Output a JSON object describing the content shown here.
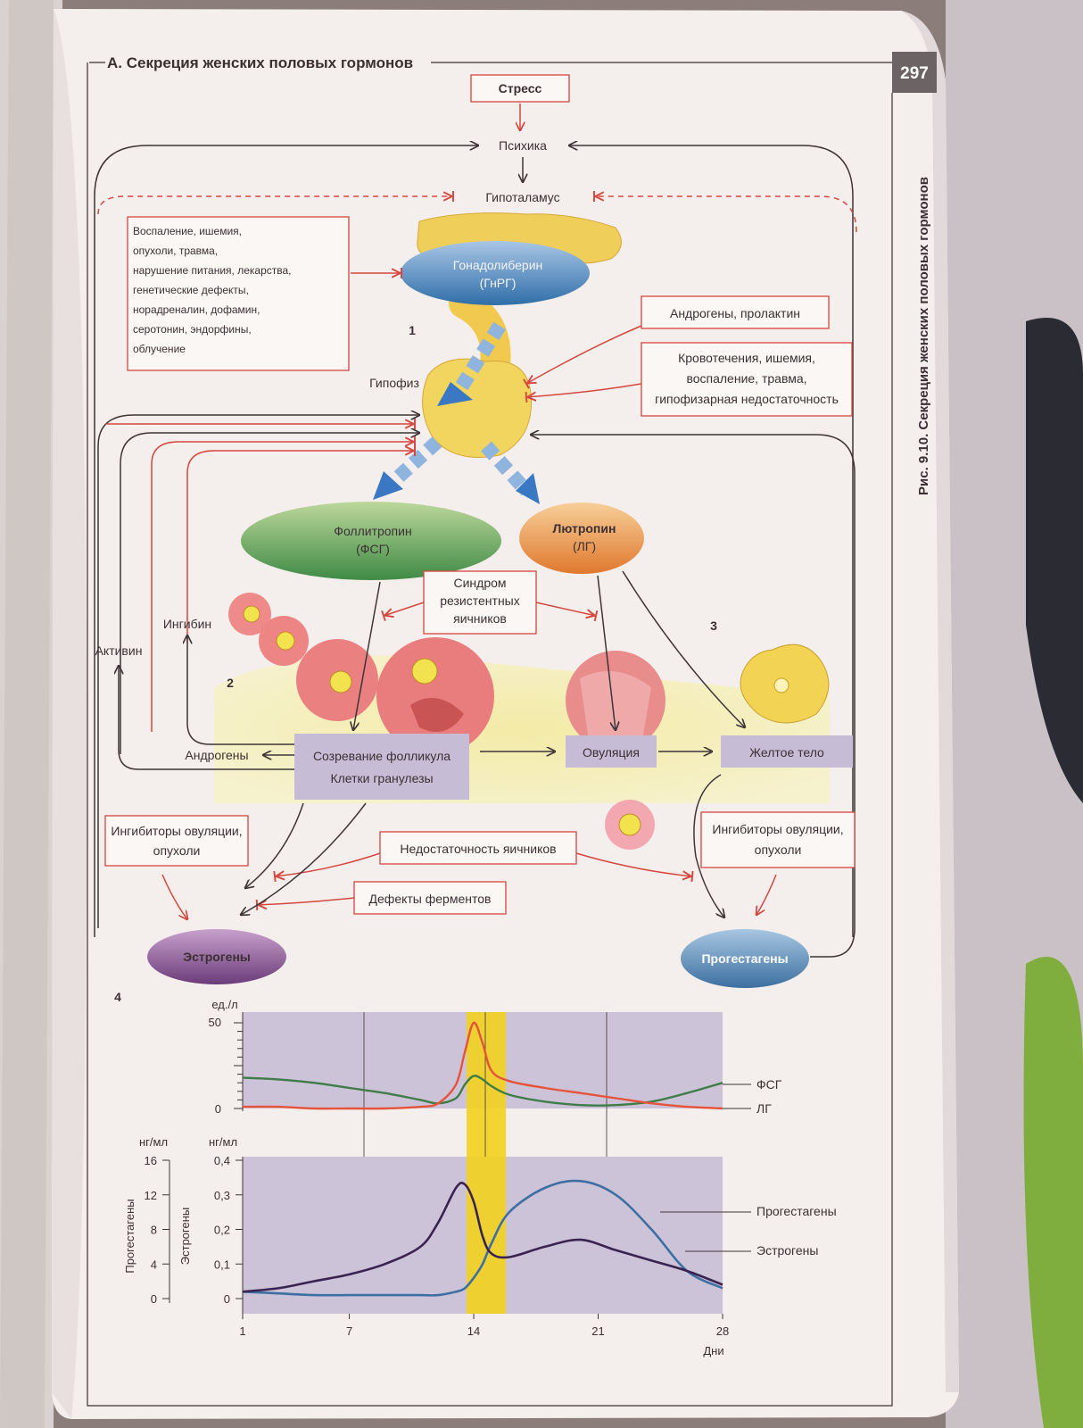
{
  "page": {
    "section_title": "А. Секреция женских половых гормонов",
    "page_number": "297",
    "figure_caption": "Рис. 9.10.  Секреция женских половых гормонов"
  },
  "diagram": {
    "stress": "Стресс",
    "psyche": "Психика",
    "hypothalamus": "Гипоталамус",
    "inflammation_box": [
      "Воспаление, ишемия,",
      "опухоли, травма,",
      "нарушение питания, лекарства,",
      "генетические дефекты,",
      "норадреналин, дофамин,",
      "серотонин, эндорфины,",
      "облучение"
    ],
    "gnrh": [
      "Гонадолиберин",
      "(ГнРГ)"
    ],
    "marker_1": "1",
    "pituitary": "Гипофиз",
    "androgens_prolactin": "Андрогены, пролактин",
    "bleeding_box": [
      "Кровотечения, ишемия,",
      "воспаление, травма,",
      "гипофизарная недостаточность"
    ],
    "fsh": [
      "Фоллитропин",
      "(ФСГ)"
    ],
    "lh": [
      "Лютропин",
      "(ЛГ)"
    ],
    "resistant_ovary_box": [
      "Синдром",
      "резистентных",
      "яичников"
    ],
    "marker_3": "3",
    "inhibin": "Ингибин",
    "activin": "Активин",
    "marker_2": "2",
    "androgens": "Андрогены",
    "follicle_box": [
      "Созревание фолликула",
      "Клетки гранулезы"
    ],
    "ovulation": "Овуляция",
    "corpus_luteum": "Желтое тело",
    "ovulation_inhibitors_left": [
      "Ингибиторы овуляции,",
      "опухоли"
    ],
    "ovarian_failure": "Недостаточность яичников",
    "ovulation_inhibitors_right": [
      "Ингибиторы овуляции,",
      "опухоли"
    ],
    "enzyme_defects": "Дефекты ферментов",
    "estrogens": "Эстрогены",
    "progestagens": "Прогестагены",
    "marker_4": "4"
  },
  "chart_data": [
    {
      "type": "line",
      "ylabel": "ед./л",
      "ylim": [
        0,
        50
      ],
      "yticks": [
        "0",
        "50"
      ],
      "x": [
        1,
        3,
        5,
        7,
        9,
        11,
        12,
        13,
        13.5,
        14,
        14.5,
        15,
        16,
        18,
        20,
        22,
        24,
        26,
        28
      ],
      "xlim": [
        1,
        28
      ],
      "series": [
        {
          "name": "ФСГ",
          "color": "#3f7c48",
          "values": [
            18,
            17,
            15,
            12,
            9,
            5,
            3,
            6,
            14,
            19,
            17,
            13,
            8,
            4,
            2,
            2,
            4,
            9,
            15
          ]
        },
        {
          "name": "ЛГ",
          "color": "#e5533a",
          "values": [
            1,
            1,
            0,
            0,
            0,
            1,
            3,
            14,
            33,
            50,
            38,
            22,
            16,
            12,
            9,
            6,
            3,
            1,
            0
          ]
        }
      ]
    },
    {
      "type": "line",
      "ylabel_left_outer": "нг/мл",
      "axis_name_outer": "Прогестагены",
      "yticks_outer": [
        "0",
        "4",
        "8",
        "12",
        "16"
      ],
      "ylabel_left_inner": "нг/мл",
      "axis_name_inner": "Эстрогены",
      "yticks_inner": [
        "0",
        "0,1",
        "0,2",
        "0,3",
        "0,4"
      ],
      "ylim": [
        0,
        0.4
      ],
      "x": [
        1,
        3,
        5,
        7,
        9,
        11,
        12,
        13,
        13.5,
        14,
        14.5,
        15,
        16,
        18,
        20,
        22,
        24,
        26,
        28
      ],
      "xlim": [
        1,
        28
      ],
      "xticks": [
        "1",
        "7",
        "14",
        "21",
        "28"
      ],
      "xlabel": "Дни",
      "series": [
        {
          "name": "Прогестагены",
          "color": "#3e6fa3",
          "values": [
            0.02,
            0.015,
            0.01,
            0.01,
            0.01,
            0.01,
            0.01,
            0.02,
            0.03,
            0.06,
            0.1,
            0.16,
            0.25,
            0.32,
            0.34,
            0.3,
            0.2,
            0.08,
            0.03
          ]
        },
        {
          "name": "Эстрогены",
          "color": "#3a2350",
          "values": [
            0.02,
            0.03,
            0.05,
            0.07,
            0.1,
            0.15,
            0.22,
            0.32,
            0.33,
            0.28,
            0.18,
            0.13,
            0.12,
            0.15,
            0.17,
            0.14,
            0.11,
            0.08,
            0.04
          ]
        }
      ]
    }
  ]
}
